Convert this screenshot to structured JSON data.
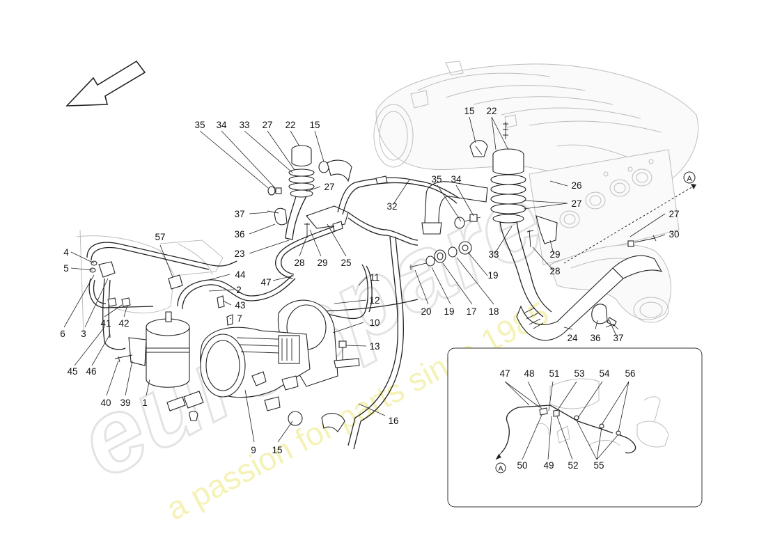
{
  "watermark": {
    "brand": "eurospares",
    "slogan": "a passion for parts since 1985",
    "slogan_color": "#f0ec9a",
    "brand_color": "#e3e3e3"
  },
  "callouts": [
    {
      "id": "c35a",
      "text": "35"
    },
    {
      "id": "c34a",
      "text": "34"
    },
    {
      "id": "c33a",
      "text": "33"
    },
    {
      "id": "c27a",
      "text": "27"
    },
    {
      "id": "c22a",
      "text": "22"
    },
    {
      "id": "c15a",
      "text": "15"
    },
    {
      "id": "c27b",
      "text": "27"
    },
    {
      "id": "c37a",
      "text": "37"
    },
    {
      "id": "c36a",
      "text": "36"
    },
    {
      "id": "c23",
      "text": "23"
    },
    {
      "id": "c28a",
      "text": "28"
    },
    {
      "id": "c29a",
      "text": "29"
    },
    {
      "id": "c25",
      "text": "25"
    },
    {
      "id": "c32",
      "text": "32"
    },
    {
      "id": "c15b",
      "text": "15"
    },
    {
      "id": "c22b",
      "text": "22"
    },
    {
      "id": "c35b",
      "text": "35"
    },
    {
      "id": "c34b",
      "text": "34"
    },
    {
      "id": "c26",
      "text": "26"
    },
    {
      "id": "c27c",
      "text": "27"
    },
    {
      "id": "c27d",
      "text": "27"
    },
    {
      "id": "c30",
      "text": "30"
    },
    {
      "id": "c29b",
      "text": "29"
    },
    {
      "id": "c28b",
      "text": "28"
    },
    {
      "id": "c33b",
      "text": "33"
    },
    {
      "id": "c19a",
      "text": "19"
    },
    {
      "id": "c20",
      "text": "20"
    },
    {
      "id": "c19b",
      "text": "19"
    },
    {
      "id": "c17",
      "text": "17"
    },
    {
      "id": "c18",
      "text": "18"
    },
    {
      "id": "c24",
      "text": "24"
    },
    {
      "id": "c36b",
      "text": "36"
    },
    {
      "id": "c37b",
      "text": "37"
    },
    {
      "id": "c57",
      "text": "57"
    },
    {
      "id": "c4",
      "text": "4"
    },
    {
      "id": "c5",
      "text": "5"
    },
    {
      "id": "c44",
      "text": "44"
    },
    {
      "id": "c2",
      "text": "2"
    },
    {
      "id": "c43",
      "text": "43"
    },
    {
      "id": "c7",
      "text": "7"
    },
    {
      "id": "c47a",
      "text": "47"
    },
    {
      "id": "c11",
      "text": "11"
    },
    {
      "id": "c12",
      "text": "12"
    },
    {
      "id": "c10",
      "text": "10"
    },
    {
      "id": "c13",
      "text": "13"
    },
    {
      "id": "c6",
      "text": "6"
    },
    {
      "id": "c3",
      "text": "3"
    },
    {
      "id": "c41",
      "text": "41"
    },
    {
      "id": "c42",
      "text": "42"
    },
    {
      "id": "c45",
      "text": "45"
    },
    {
      "id": "c46",
      "text": "46"
    },
    {
      "id": "c40",
      "text": "40"
    },
    {
      "id": "c39",
      "text": "39"
    },
    {
      "id": "c1",
      "text": "1"
    },
    {
      "id": "c9",
      "text": "9"
    },
    {
      "id": "c15c",
      "text": "15"
    },
    {
      "id": "c16",
      "text": "16"
    },
    {
      "id": "c47b",
      "text": "47"
    },
    {
      "id": "c48",
      "text": "48"
    },
    {
      "id": "c51",
      "text": "51"
    },
    {
      "id": "c53",
      "text": "53"
    },
    {
      "id": "c54",
      "text": "54"
    },
    {
      "id": "c56",
      "text": "56"
    },
    {
      "id": "c50",
      "text": "50"
    },
    {
      "id": "c49",
      "text": "49"
    },
    {
      "id": "c52",
      "text": "52"
    },
    {
      "id": "c55",
      "text": "55"
    }
  ],
  "refs": {
    "ref_a_top": "A",
    "ref_a_inset": "A"
  }
}
